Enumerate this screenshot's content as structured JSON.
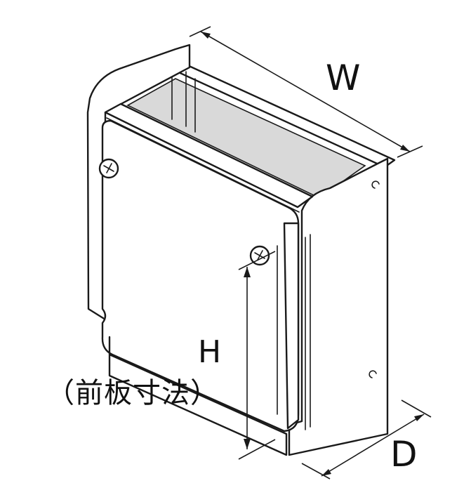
{
  "labels": {
    "width": "W",
    "depth": "D",
    "height": "H",
    "height_note": "（前板寸法）"
  },
  "colors": {
    "line": "#1a1a1a",
    "background": "#ffffff"
  }
}
